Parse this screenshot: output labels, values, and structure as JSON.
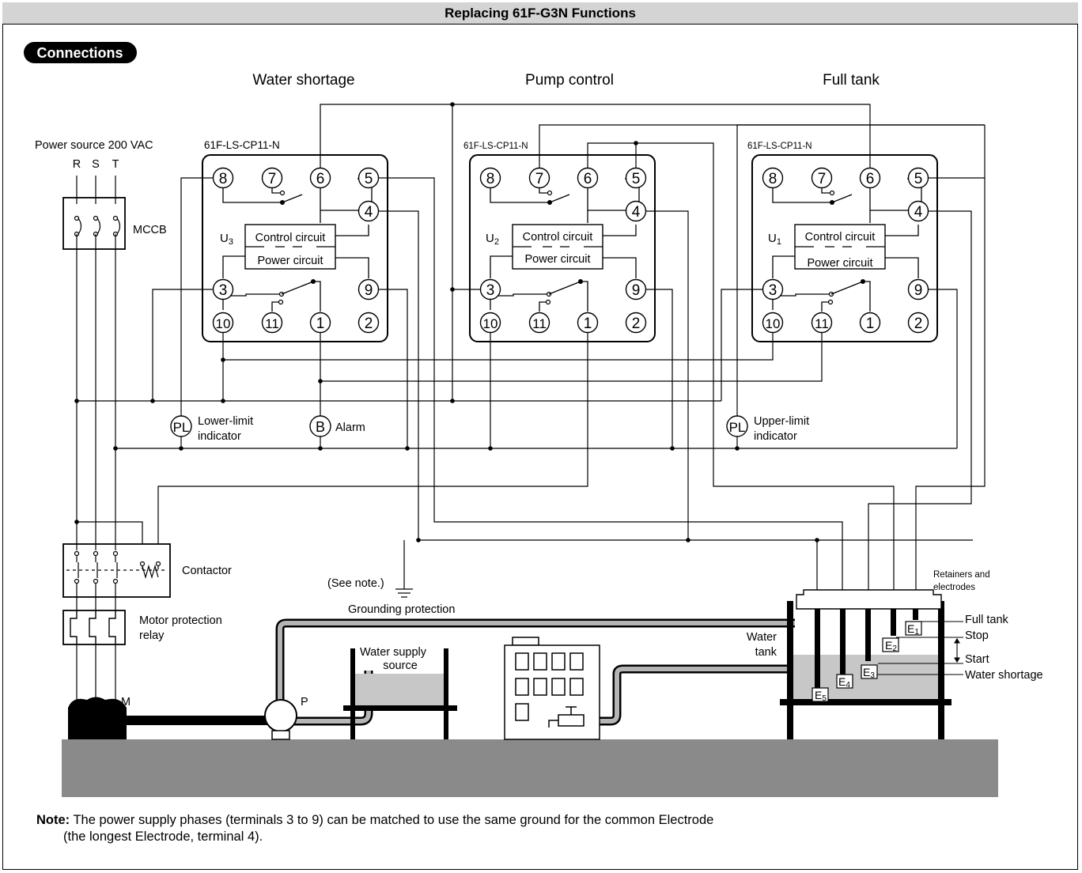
{
  "title": "Replacing 61F-G3N Functions",
  "section_label": "Connections",
  "columns": {
    "left": "Water shortage",
    "middle": "Pump control",
    "right": "Full tank"
  },
  "power_source": {
    "label": "Power source 200 VAC",
    "phases": [
      "R",
      "S",
      "T"
    ]
  },
  "mccb_label": "MCCB",
  "units": [
    {
      "model": "61F-LS-CP11-N",
      "unit": "U",
      "sub": "3",
      "control": "Control circuit",
      "power": "Power circuit"
    },
    {
      "model": "61F-LS-CP11-N",
      "unit": "U",
      "sub": "2",
      "control": "Control circuit",
      "power": "Power circuit"
    },
    {
      "model": "61F-LS-CP11-N",
      "unit": "U",
      "sub": "1",
      "control": "Control circuit",
      "power": "Power circuit"
    }
  ],
  "terminals": [
    "8",
    "7",
    "6",
    "5",
    "4",
    "3",
    "9",
    "10",
    "11",
    "1",
    "2"
  ],
  "lower_limit": {
    "symbol": "PL",
    "label_1": "Lower-limit",
    "label_2": "indicator"
  },
  "alarm": {
    "symbol": "B",
    "label": "Alarm"
  },
  "upper_limit": {
    "symbol": "PL",
    "label_1": "Upper-limit",
    "label_2": "indicator"
  },
  "contactor_label": "Contactor",
  "motor_relay": {
    "label_1": "Motor protection",
    "label_2": "relay"
  },
  "see_note": "(See note.)",
  "grounding": "Grounding protection",
  "motor_label": "M",
  "pump_label": "P",
  "water_supply": {
    "label_1": "Water supply",
    "label_2": "source"
  },
  "water_tank": {
    "label_1": "Water",
    "label_2": "tank"
  },
  "retainers": {
    "label_1": "Retainers and",
    "label_2": "electrodes"
  },
  "electrodes": [
    {
      "letter": "E",
      "sub": "1"
    },
    {
      "letter": "E",
      "sub": "2"
    },
    {
      "letter": "E",
      "sub": "3"
    },
    {
      "letter": "E",
      "sub": "4"
    },
    {
      "letter": "E",
      "sub": "5"
    }
  ],
  "levels": {
    "full_tank": "Full tank",
    "stop": "Stop",
    "start": "Start",
    "water_shortage": "Water shortage"
  },
  "note": {
    "label": "Note:",
    "line_1": "The power supply phases (terminals 3 to 9) can be matched to use the same ground for the common Electrode",
    "line_2": "(the longest Electrode, terminal 4)."
  }
}
